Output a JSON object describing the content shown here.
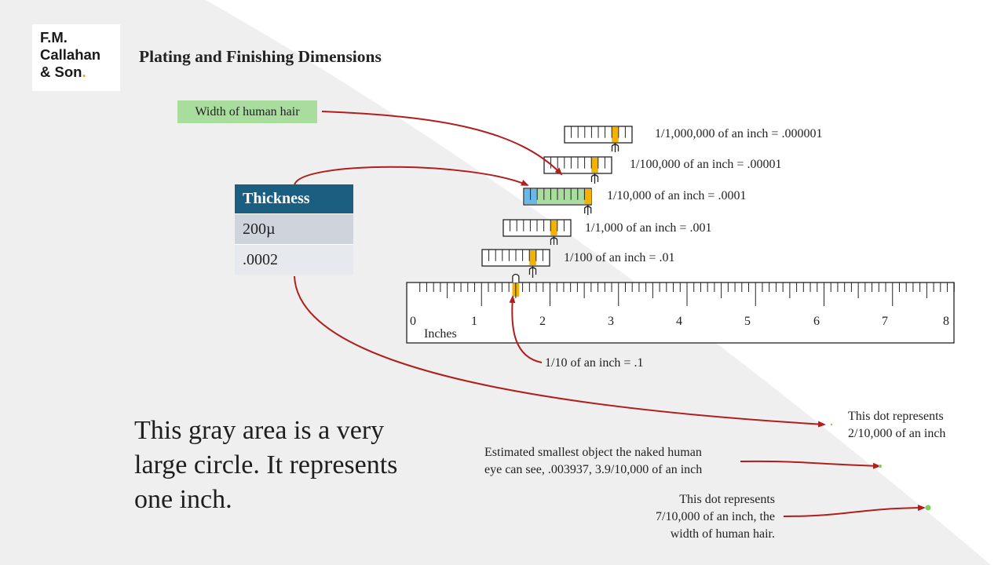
{
  "logo": {
    "line1": "F.M.",
    "line2": "Callahan",
    "line3": "& Son",
    "dot": "."
  },
  "title": "Plating and Finishing Dimensions",
  "hair_label": "Width of human hair",
  "thickness_table": {
    "header": "Thickness",
    "row1": "200µ",
    "row2": ".0002"
  },
  "scales": [
    {
      "label": "1/1,000,000 of an inch = .000001"
    },
    {
      "label": "1/100,000 of an inch = .00001"
    },
    {
      "label": "1/10,000 of an inch = .0001"
    },
    {
      "label": "1/1,000 of an inch = .001"
    },
    {
      "label": "1/100 of an inch = .01"
    }
  ],
  "ruler": {
    "numbers": [
      "0",
      "1",
      "2",
      "3",
      "4",
      "5",
      "6",
      "7",
      "8"
    ],
    "unit": "Inches",
    "tenth_label": "1/10 of an inch = .1"
  },
  "big_text": "This gray area is a very large circle. It represents one inch.",
  "notes": {
    "dot1": [
      "This dot represents",
      "2/10,000 of an inch"
    ],
    "smallest": [
      "Estimated smallest object the naked human",
      "eye can see, .003937, 3.9/10,000 of an inch"
    ],
    "dot2": [
      "This dot represents",
      "7/10,000 of an inch, the",
      "width of human hair."
    ]
  },
  "colors": {
    "gray_area": "#efefef",
    "arrow": "#b01e1e",
    "highlight": "#f2b300",
    "green_fill": "#a8dd9d",
    "blue_fill": "#6ab8e8",
    "dot": "#7ccf5a",
    "header": "#1b5e80"
  }
}
